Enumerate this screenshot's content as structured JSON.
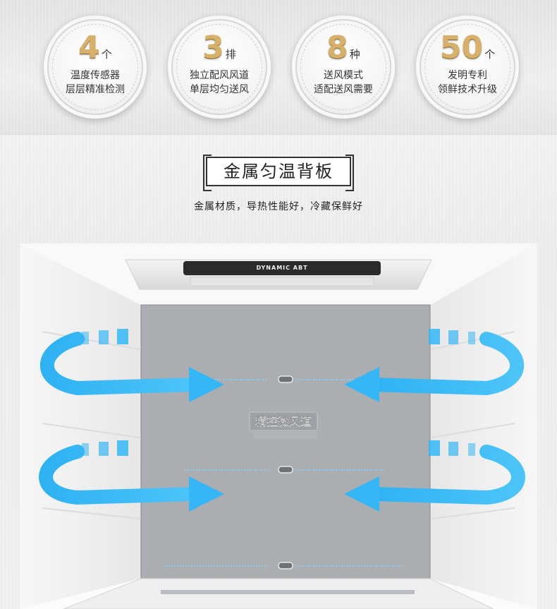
{
  "features": [
    {
      "number": "4",
      "unit": "个",
      "line1": "温度传感器",
      "line2": "层层精准检测"
    },
    {
      "number": "3",
      "unit": "排",
      "line1": "独立配风风道",
      "line2": "单层均匀送风"
    },
    {
      "number": "8",
      "unit": "种",
      "line1": "送风模式",
      "line2": "适配送风需要"
    },
    {
      "number": "50",
      "unit": "个",
      "line1": "发明专利",
      "line2": "领鲜技术升级"
    }
  ],
  "section": {
    "title": "金属匀温背板",
    "subtitle": "金属材质，导热性能好，冷藏保鲜好"
  },
  "fridge": {
    "abt_label": "DYNAMIC ABT",
    "panel_label": "精控微风道"
  },
  "colors": {
    "gold": "#d7b16a",
    "airflow_blue": "#35b7f5",
    "panel_steel": "#a9acb0"
  }
}
